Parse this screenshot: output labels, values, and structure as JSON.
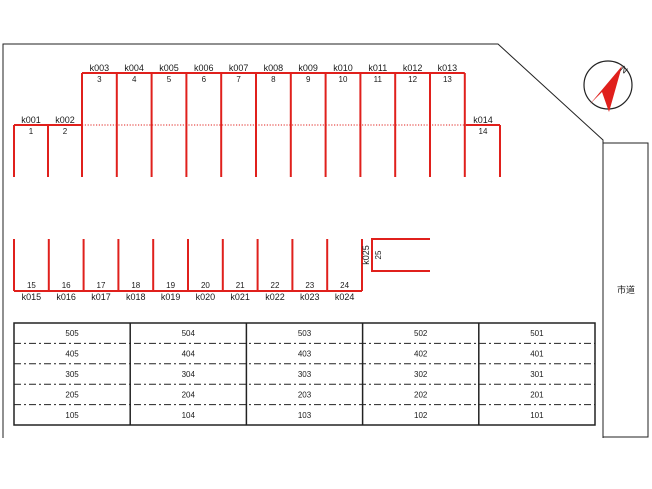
{
  "lot": {
    "top_row_spaces": [
      {
        "code": "k003",
        "number": "3"
      },
      {
        "code": "k004",
        "number": "4"
      },
      {
        "code": "k005",
        "number": "5"
      },
      {
        "code": "k006",
        "number": "6"
      },
      {
        "code": "k007",
        "number": "7"
      },
      {
        "code": "k008",
        "number": "8"
      },
      {
        "code": "k009",
        "number": "9"
      },
      {
        "code": "k010",
        "number": "10"
      },
      {
        "code": "k011",
        "number": "11"
      },
      {
        "code": "k012",
        "number": "12"
      },
      {
        "code": "k013",
        "number": "13"
      }
    ],
    "upper_row_spaces": [
      {
        "code": "k001",
        "number": "1"
      },
      {
        "code": "k002",
        "number": "2"
      },
      {
        "code": "k014",
        "number": "14"
      }
    ],
    "bottom_row_spaces": [
      {
        "code": "k015",
        "number": "15"
      },
      {
        "code": "k016",
        "number": "16"
      },
      {
        "code": "k017",
        "number": "17"
      },
      {
        "code": "k018",
        "number": "18"
      },
      {
        "code": "k019",
        "number": "19"
      },
      {
        "code": "k020",
        "number": "20"
      },
      {
        "code": "k021",
        "number": "21"
      },
      {
        "code": "k022",
        "number": "22"
      },
      {
        "code": "k023",
        "number": "23"
      },
      {
        "code": "k024",
        "number": "24"
      }
    ],
    "side_space": {
      "code": "k025",
      "number": "25"
    },
    "road_label": "市道",
    "compass_label": "N"
  },
  "building": {
    "rows": [
      [
        "505",
        "504",
        "503",
        "502",
        "501"
      ],
      [
        "405",
        "404",
        "403",
        "402",
        "401"
      ],
      [
        "305",
        "304",
        "303",
        "302",
        "301"
      ],
      [
        "205",
        "204",
        "203",
        "202",
        "201"
      ],
      [
        "105",
        "104",
        "103",
        "102",
        "101"
      ]
    ]
  },
  "colors": {
    "space_line": "#e0201c",
    "outline": "#222222",
    "compass_fill": "#e0201c"
  }
}
